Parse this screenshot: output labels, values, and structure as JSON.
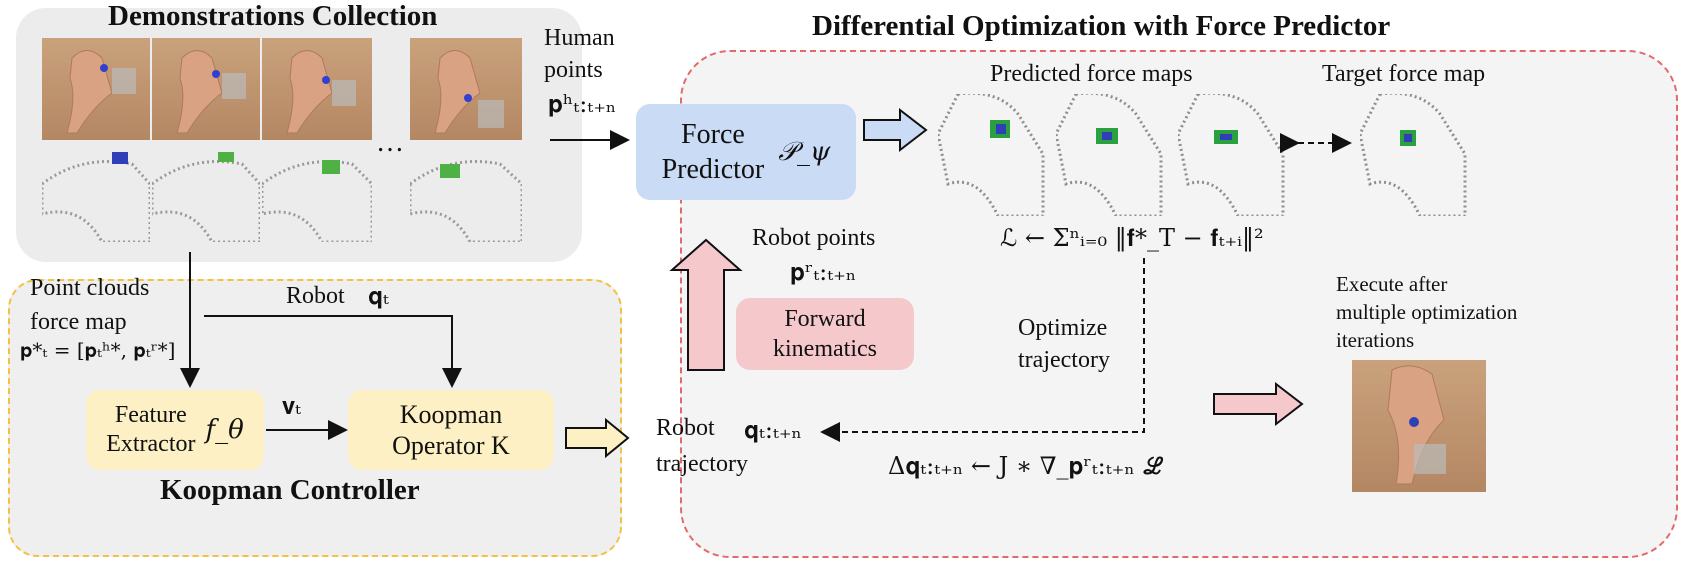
{
  "demo": {
    "title": "Demonstrations Collection",
    "ellipsis": "…"
  },
  "koopman": {
    "title": "Koopman Controller",
    "point_clouds_label": "Point clouds",
    "force_map_label": "force map",
    "pt_formula": "𝐩*ₜ = [𝐩ₜʰ*, 𝐩ₜʳ*]",
    "robot_label": "Robot",
    "qt": "𝐪ₜ",
    "feature_extractor_1": "Feature",
    "feature_extractor_2": "Extractor",
    "f_theta": "f_θ",
    "vt": "𝐯ₜ",
    "koopman_op_1": "Koopman",
    "koopman_op_2": "Operator K"
  },
  "diff": {
    "title": "Differential Optimization with Force Predictor",
    "human_points_1": "Human",
    "human_points_2": "points",
    "p_h": "𝐩ʰₜ:ₜ₊ₙ",
    "force_predictor_1": "Force",
    "force_predictor_2": "Predictor",
    "p_psi": "𝒫_ψ",
    "predicted_label": "Predicted force maps",
    "target_label": "Target force map",
    "robot_points": "Robot points",
    "p_r": "𝐩ʳₜ:ₜ₊ₙ",
    "fk_1": "Forward",
    "fk_2": "kinematics",
    "loss": "ℒ ← Σⁿᵢ₌₀ ‖𝐟*_T − 𝐟ₜ₊ᵢ‖²",
    "optimize_1": "Optimize",
    "optimize_2": "trajectory",
    "robot_traj_1": "Robot",
    "robot_traj_2": "trajectory",
    "q_traj": "𝐪ₜ:ₜ₊ₙ",
    "delta_q": "Δ𝐪ₜ:ₜ₊ₙ ← J ∗ ∇_𝐩ʳₜ:ₜ₊ₙ ℒ",
    "execute_1": "Execute after",
    "execute_2": "multiple optimization",
    "execute_3": "iterations"
  },
  "colors": {
    "force_predictor_fill": "#c9dbf5",
    "forward_kinematics_fill": "#f5c9cc",
    "koopman_box_fill": "#fdf0c4",
    "panel_red_dash": "#e26a6a",
    "panel_yellow_dash": "#f2c241"
  }
}
